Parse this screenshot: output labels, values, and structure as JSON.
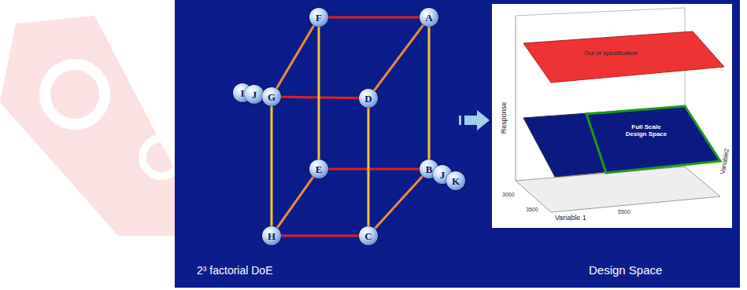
{
  "diagram": {
    "nodes": [
      {
        "text": [
          "F"
        ]
      },
      {
        "text": [
          "A"
        ]
      },
      {
        "text": [
          "I"
        ]
      },
      {
        "text": [
          "J"
        ]
      },
      {
        "text": [
          "G"
        ]
      },
      {
        "text": [
          "D"
        ]
      },
      {
        "text": [
          "E"
        ]
      },
      {
        "text": [
          "B"
        ]
      },
      {
        "text": [
          "J"
        ]
      },
      {
        "text": [
          "K"
        ]
      },
      {
        "text": [
          "H"
        ]
      },
      {
        "text": [
          "C"
        ]
      }
    ],
    "edges": [
      {
        "from": 0,
        "to": 1,
        "arrow": "none"
      },
      {
        "from": 4,
        "to": 5,
        "arrow": "none"
      },
      {
        "from": 6,
        "to": 7,
        "arrow": "none"
      },
      {
        "from": 10,
        "to": 11,
        "arrow": "none"
      },
      {
        "from": 0,
        "to": 4,
        "arrow": "none"
      },
      {
        "from": 1,
        "to": 5,
        "arrow": "none"
      },
      {
        "from": 6,
        "to": 10,
        "arrow": "none"
      },
      {
        "from": 7,
        "to": 11,
        "arrow": "none"
      },
      {
        "from": 0,
        "to": 6,
        "arrow": "none"
      },
      {
        "from": 1,
        "to": 7,
        "arrow": "none"
      },
      {
        "from": 4,
        "to": 10,
        "arrow": "none"
      },
      {
        "from": 5,
        "to": 11,
        "arrow": "none"
      }
    ],
    "labels": [
      "2³ factorial DoE",
      "Design Space",
      "Out of specification",
      "Full Scale Design Space",
      "Response",
      "Variable 1",
      "Variable2",
      "3000",
      "3500",
      "5500"
    ]
  }
}
